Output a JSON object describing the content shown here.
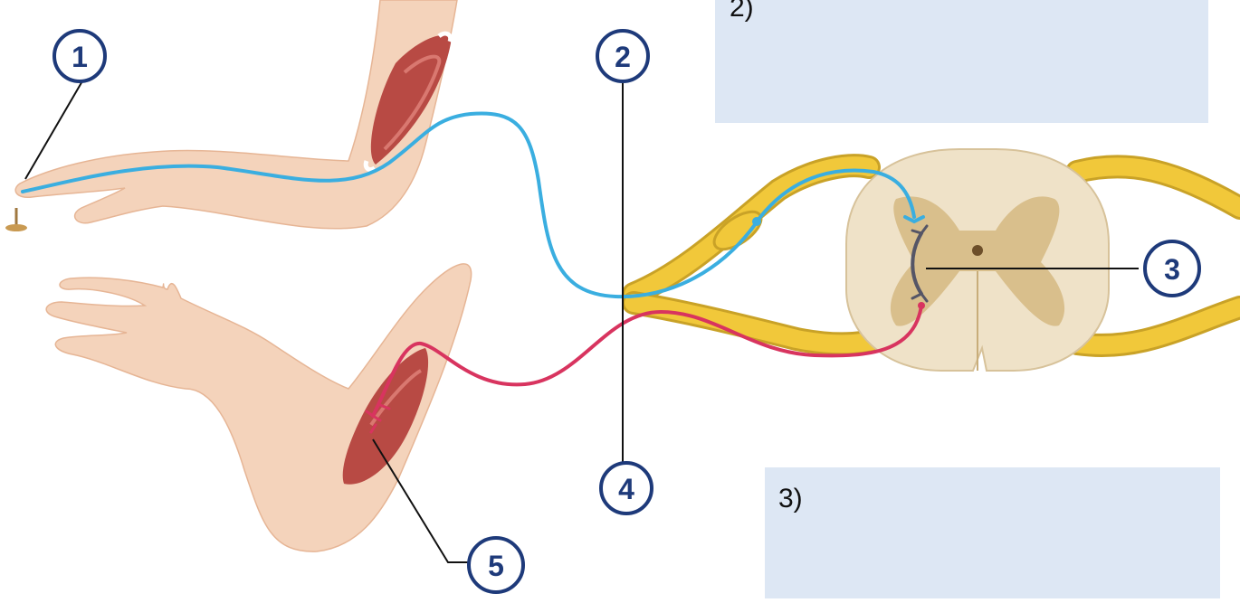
{
  "diagram": {
    "labels": {
      "one": "1",
      "two": "2",
      "three": "3",
      "four": "4",
      "five": "5"
    },
    "answer_boxes": {
      "box_2": "2)",
      "box_3": "3)"
    },
    "colors": {
      "sensory_neuron": "#3aaee0",
      "motor_neuron": "#d8345f",
      "interneuron": "#555566",
      "nerve": "#f1c83a",
      "skin": "#f4d3bb",
      "muscle": "#b84a44",
      "spinal_white_matter": "#efe2c8",
      "spinal_gray_matter": "#d9bf8c",
      "marker_outline": "#1e3a7a",
      "answer_box": "#dde7f4"
    }
  }
}
